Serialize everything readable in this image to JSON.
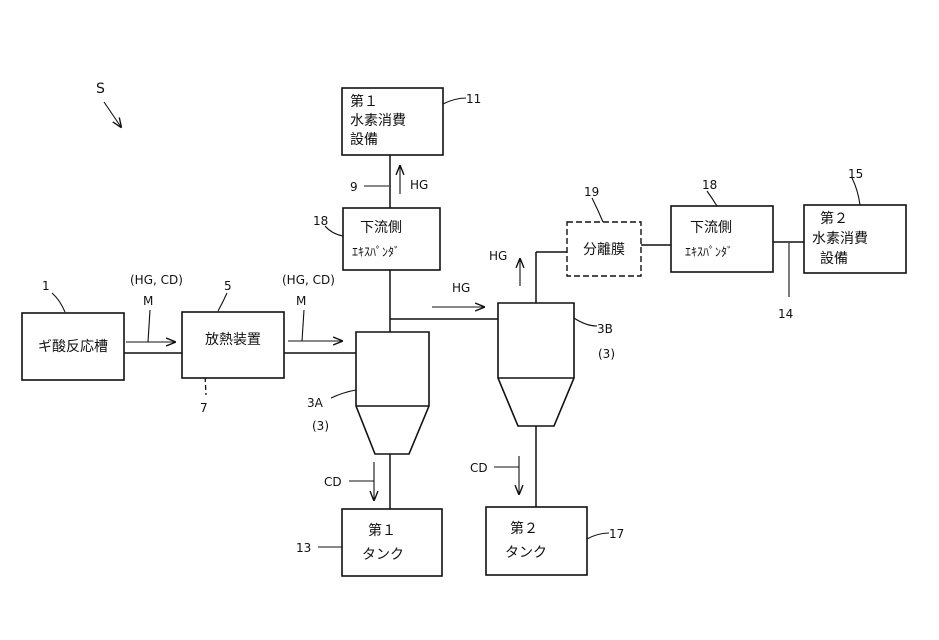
{
  "figure_label": "S",
  "boxes": {
    "formic_reactor": "ギ酸反応槽",
    "heat_radiator": "放熱装置",
    "consumer1": [
      "第１",
      "水素消費",
      "設備"
    ],
    "expander_a": [
      "下流側",
      "ｴｷｽﾊﾟﾝﾀﾞ"
    ],
    "separation_membrane": "分離膜",
    "expander_b": [
      "下流側",
      "ｴｷｽﾊﾟﾝﾀﾞ"
    ],
    "consumer2": [
      "第２",
      "水素消費",
      "設備"
    ],
    "tank1": [
      "第１",
      "タンク"
    ],
    "tank2": [
      "第２",
      "タンク"
    ]
  },
  "refs": {
    "r1": "1",
    "r5": "5",
    "r7": "7",
    "r9": "9",
    "r11": "11",
    "r13": "13",
    "r14": "14",
    "r15": "15",
    "r17": "17",
    "r18a": "18",
    "r18b": "18",
    "r19": "19",
    "r3a": "3A",
    "r3a_sub": "(3)",
    "r3b": "3B",
    "r3b_sub": "(3)"
  },
  "flows": {
    "hgcd_1": "(HG, CD)",
    "m_1": "M",
    "hgcd_2": "(HG, CD)",
    "m_2": "M",
    "hg_up_1": "HG",
    "hg_right": "HG",
    "hg_up_2": "HG",
    "cd_1": "CD",
    "cd_2": "CD"
  }
}
